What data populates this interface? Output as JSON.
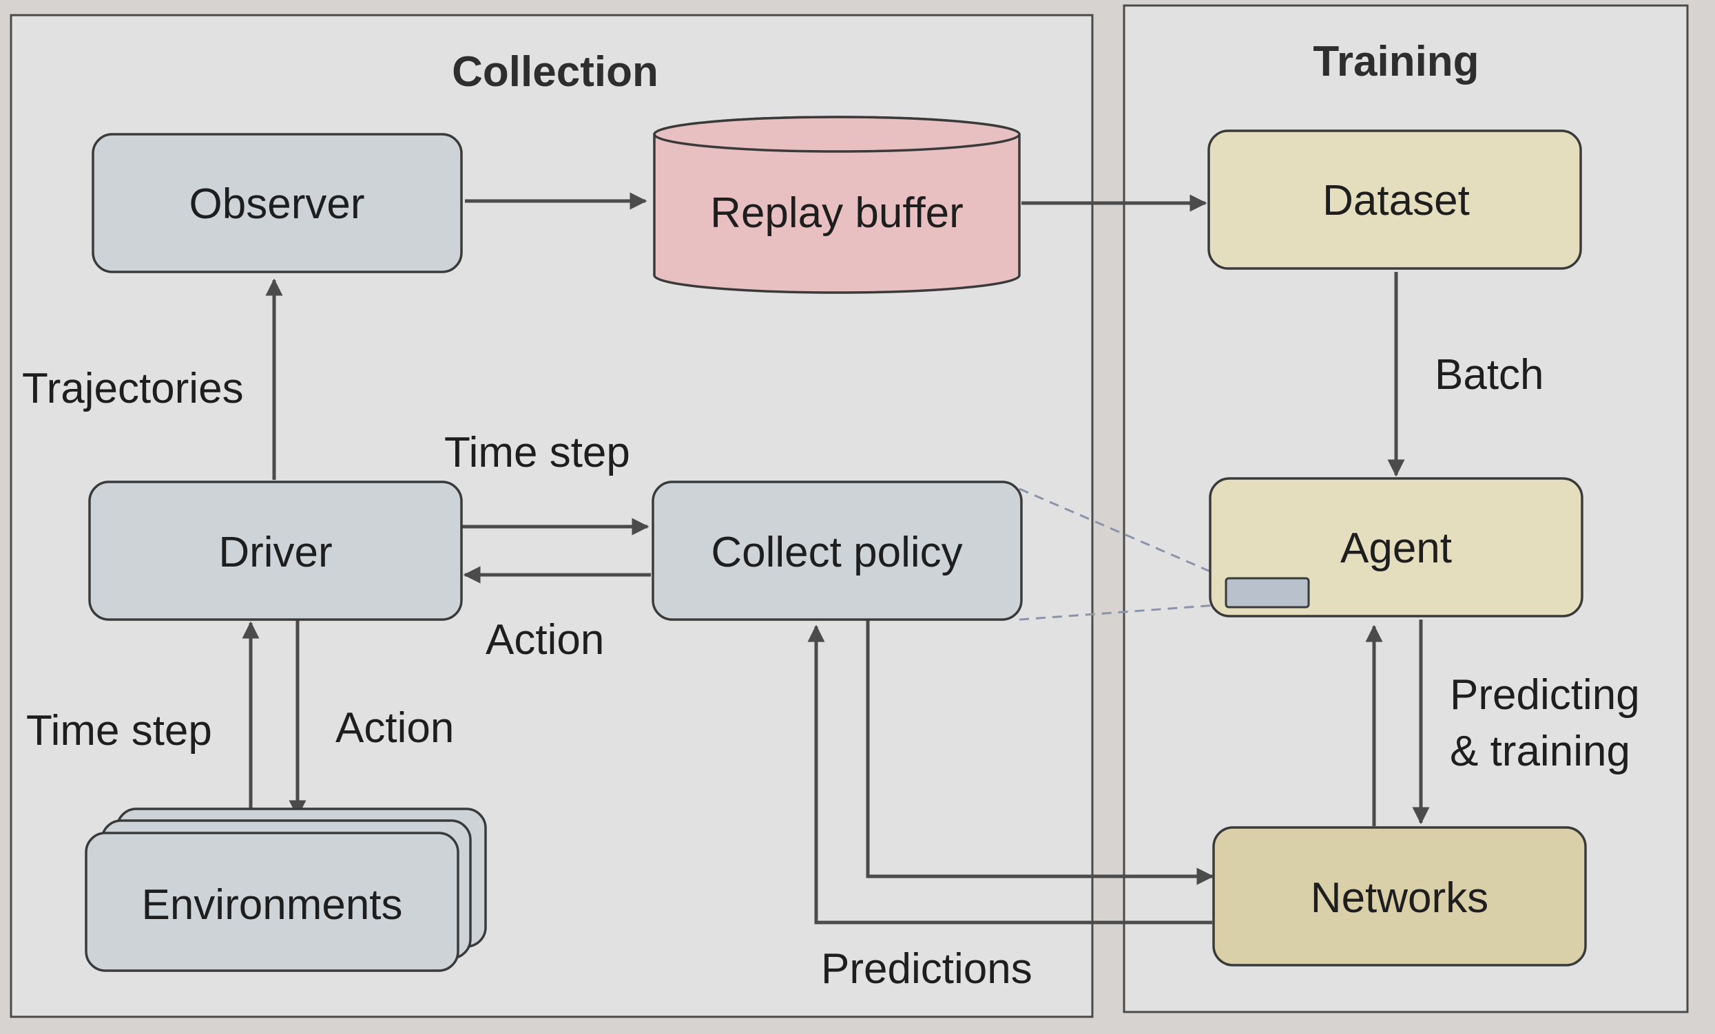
{
  "panels": {
    "collection_title": "Collection",
    "training_title": "Training"
  },
  "nodes": {
    "observer": "Observer",
    "replay_buffer": "Replay buffer",
    "driver": "Driver",
    "collect_policy": "Collect policy",
    "environments": "Environments",
    "dataset": "Dataset",
    "agent": "Agent",
    "networks": "Networks"
  },
  "edges": {
    "trajectories": "Trajectories",
    "time_step_top": "Time step",
    "action_mid": "Action",
    "time_step_left": "Time step",
    "action_left": "Action",
    "batch": "Batch",
    "predicting_line1": "Predicting",
    "predicting_line2": "& training",
    "predictions": "Predictions"
  },
  "colors": {
    "gray_box": "#ced3d8",
    "tan_box": "#e4ddbe",
    "red_box": "#e8c0c2",
    "background": "#e2e1e2"
  }
}
